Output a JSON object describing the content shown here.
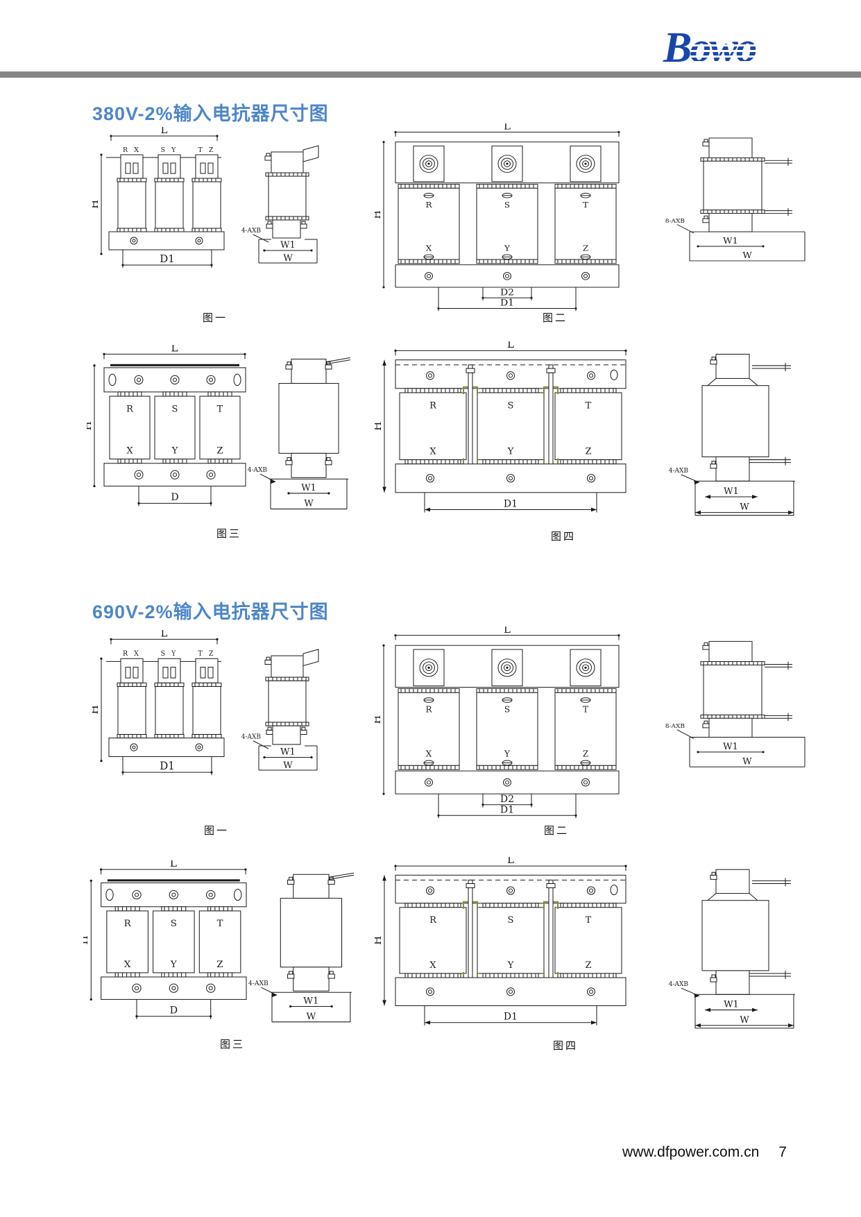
{
  "header": {
    "logo_text": "Bowo",
    "logo_color": "#1847ab",
    "rule_color": "#868686"
  },
  "sections": [
    {
      "title": "380V-2%输入电抗器尺寸图",
      "title_color": "#4e86c8",
      "figures": [
        {
          "caption": "图一",
          "type": "A",
          "labels": {
            "top_terminals": [
              "R X",
              "S Y",
              "T Z"
            ],
            "dim_top": "L",
            "dim_left": "H",
            "dim_bottom": "D1",
            "side_note": "4-AXB",
            "side_dim_inner": "W1",
            "side_dim_outer": "W"
          }
        },
        {
          "caption": "图二",
          "type": "B",
          "labels": {
            "phase_top": [
              "R",
              "S",
              "T"
            ],
            "phase_bottom": [
              "X",
              "Y",
              "Z"
            ],
            "dim_top": "L",
            "dim_left": "H",
            "dim_bottom_inner": "D2",
            "dim_bottom_outer": "D1",
            "side_note": "8-AXB",
            "side_dim_inner": "W1",
            "side_dim_outer": "W"
          }
        },
        {
          "caption": "图三",
          "type": "C",
          "labels": {
            "phase_top": [
              "R",
              "S",
              "T"
            ],
            "phase_bottom": [
              "X",
              "Y",
              "Z"
            ],
            "dim_top": "L",
            "dim_left": "H",
            "dim_bottom": "D",
            "side_note": "4-AXB",
            "side_dim_inner": "W1",
            "side_dim_outer": "W"
          }
        },
        {
          "caption": "图四",
          "type": "D",
          "labels": {
            "phase_top": [
              "R",
              "S",
              "T"
            ],
            "phase_bottom": [
              "X",
              "Y",
              "Z"
            ],
            "dim_top": "L",
            "dim_left": "H",
            "dim_bottom": "D1",
            "side_note": "4-AXB",
            "side_dim_inner": "W1",
            "side_dim_outer": "W"
          }
        }
      ]
    },
    {
      "title": "690V-2%输入电抗器尺寸图",
      "title_color": "#4e86c8",
      "figures": [
        {
          "caption": "图一",
          "type": "A",
          "labels": {
            "top_terminals": [
              "R X",
              "S Y",
              "T Z"
            ],
            "dim_top": "L",
            "dim_left": "H",
            "dim_bottom": "D1",
            "side_note": "4-AXB",
            "side_dim_inner": "W1",
            "side_dim_outer": "W"
          }
        },
        {
          "caption": "图二",
          "type": "B",
          "labels": {
            "phase_top": [
              "R",
              "S",
              "T"
            ],
            "phase_bottom": [
              "X",
              "Y",
              "Z"
            ],
            "dim_top": "L",
            "dim_left": "H",
            "dim_bottom_inner": "D2",
            "dim_bottom_outer": "D1",
            "side_note": "8-AXB",
            "side_dim_inner": "W1",
            "side_dim_outer": "W"
          }
        },
        {
          "caption": "图三",
          "type": "C",
          "labels": {
            "phase_top": [
              "R",
              "S",
              "T"
            ],
            "phase_bottom": [
              "X",
              "Y",
              "Z"
            ],
            "dim_top": "L",
            "dim_left": "H",
            "dim_bottom": "D",
            "side_note": "4-AXB",
            "side_dim_inner": "W1",
            "side_dim_outer": "W"
          }
        },
        {
          "caption": "图四",
          "type": "D",
          "labels": {
            "phase_top": [
              "R",
              "S",
              "T"
            ],
            "phase_bottom": [
              "X",
              "Y",
              "Z"
            ],
            "dim_top": "L",
            "dim_left": "H",
            "dim_bottom": "D1",
            "side_note": "4-AXB",
            "side_dim_inner": "W1",
            "side_dim_outer": "W"
          }
        }
      ]
    }
  ],
  "footer": {
    "url": "www.dfpower.com.cn",
    "page_number": "7"
  }
}
